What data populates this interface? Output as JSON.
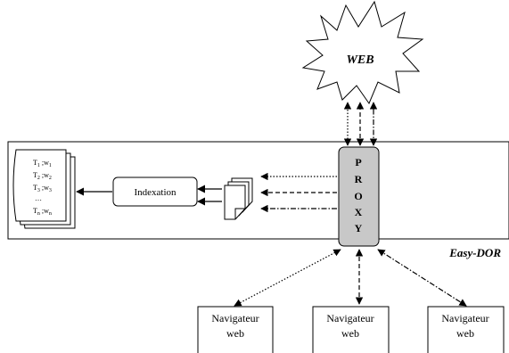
{
  "web": {
    "label": "WEB"
  },
  "system": {
    "label": "Easy-DOR"
  },
  "proxy": {
    "letters": [
      "P",
      "R",
      "O",
      "X",
      "Y"
    ]
  },
  "indexation": {
    "label": "Indexation"
  },
  "terms": {
    "rows": [
      {
        "t": "T",
        "ti": "1",
        "w": "w",
        "wi": "1"
      },
      {
        "t": "T",
        "ti": "2",
        "w": "w",
        "wi": "2"
      },
      {
        "t": "T",
        "ti": "3",
        "w": "w",
        "wi": "3"
      },
      {
        "ellipsis": "…"
      },
      {
        "t": "T",
        "ti": "n",
        "w": "w",
        "wi": "n"
      }
    ],
    "separator": " ;"
  },
  "browsers": [
    {
      "line1": "Navigateur",
      "line2": "web"
    },
    {
      "line1": "Navigateur",
      "line2": "web"
    },
    {
      "line1": "Navigateur",
      "line2": "web"
    }
  ]
}
